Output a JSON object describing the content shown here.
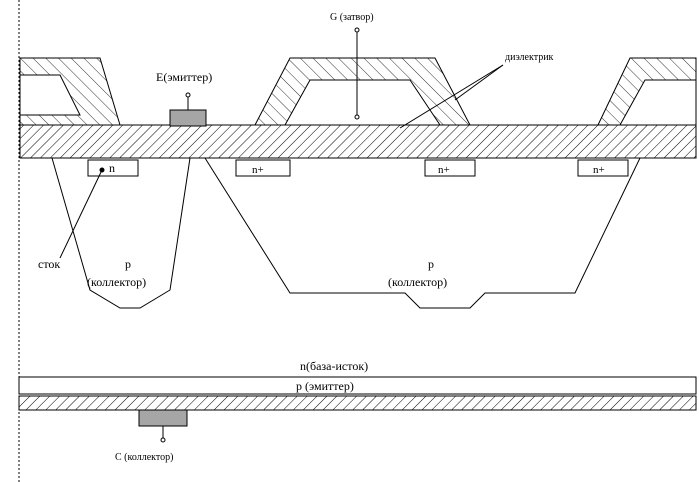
{
  "labels": {
    "gate": "G (затвор)",
    "dielectric": "диэлектрик",
    "emitter_terminal": "E(эмиттер)",
    "drain": "сток",
    "n_plus": "n+",
    "n_minus": "n",
    "p_left": "p",
    "p_left_sub": "(коллектор)",
    "p_right": "p",
    "p_right_sub": "(коллектор)",
    "base_source": "n(база-исток)",
    "p_emitter": "p (эмиттер)",
    "collector_terminal": "C (коллектор)"
  },
  "colors": {
    "line": "#000000",
    "contact_fill": "#a6a6a6",
    "background": "#ffffff"
  }
}
